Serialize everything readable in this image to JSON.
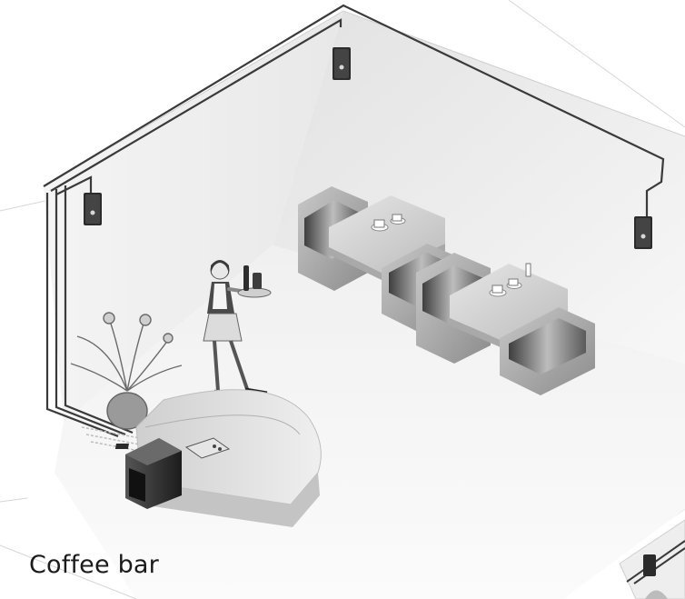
{
  "caption": "Coffee bar",
  "colors": {
    "background": "#ffffff",
    "wall": "#eeeeee",
    "floor": "#f2f2f2",
    "cable": "#3a3a3a",
    "speaker": "#2b2b2b",
    "furniture": "#9a9a9a",
    "counter": "#dcdcdc"
  },
  "icons": [
    "ceiling-speaker-icon",
    "wall-speaker-icon",
    "amplifier-icon",
    "control-panel-icon",
    "waitress-figure",
    "potted-plant",
    "coffee-cup-icon"
  ]
}
